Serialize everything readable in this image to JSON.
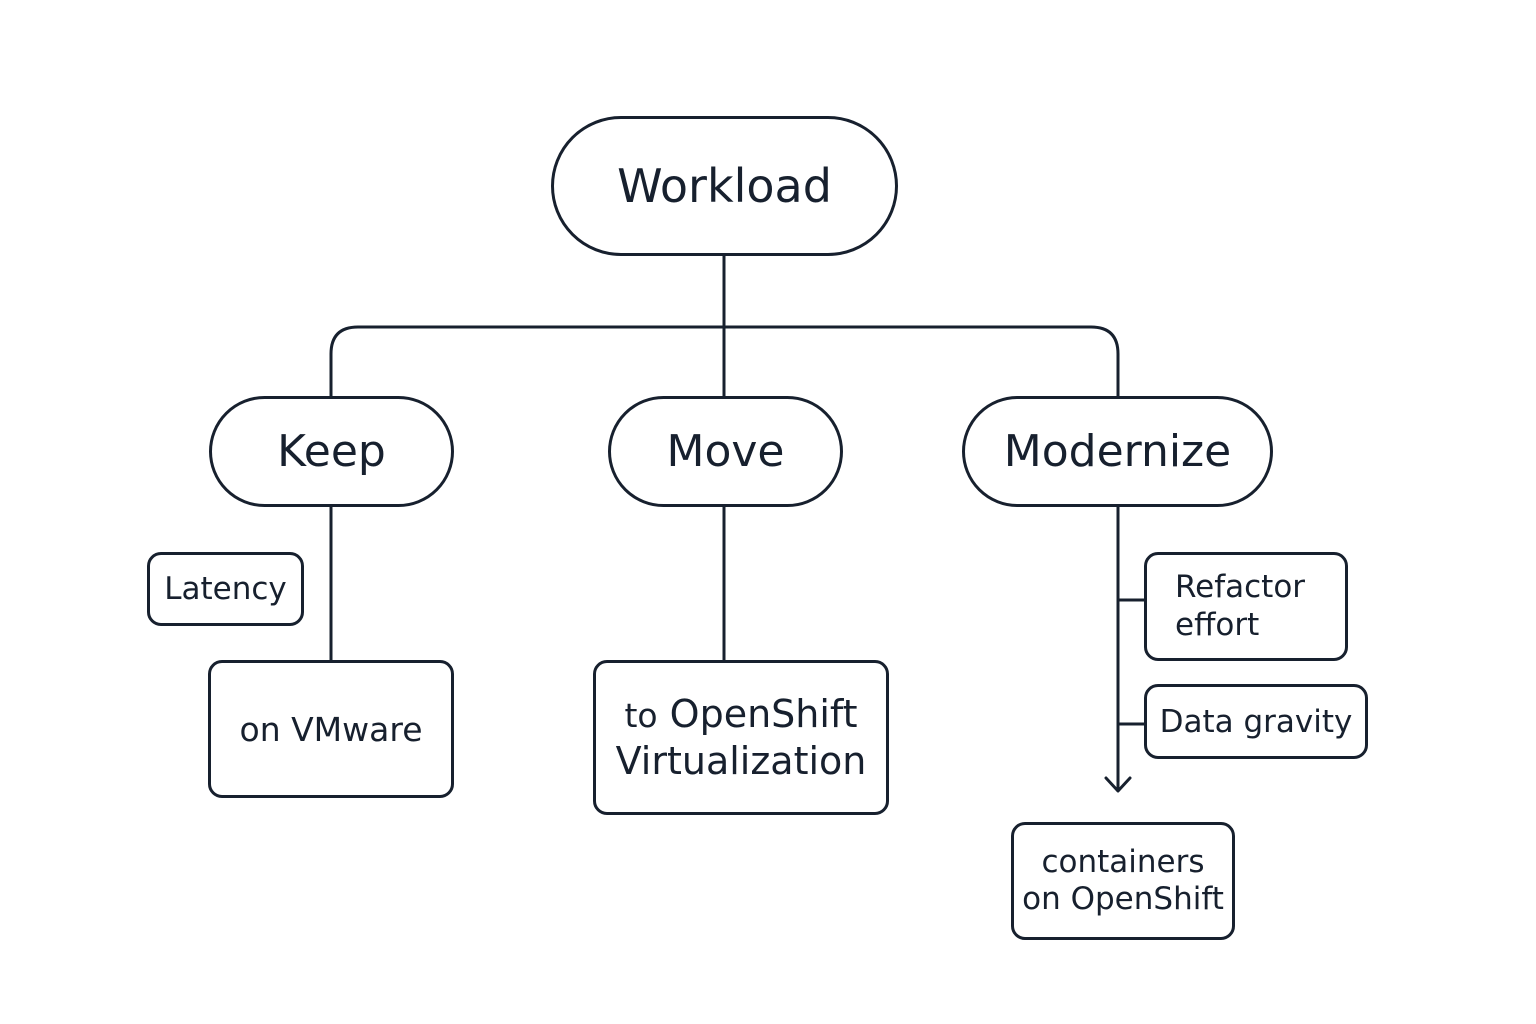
{
  "nodes": {
    "workload": "Workload",
    "keep": "Keep",
    "move": "Move",
    "modernize": "Modernize",
    "latency": "Latency",
    "on_vmware": "on VMware",
    "openshift_virt": {
      "line1_small": "to",
      "line1_rest": "OpenShift",
      "line2": "Virtualization"
    },
    "refactor": {
      "line1": "Refactor",
      "line2": "effort"
    },
    "data_gravity": "Data gravity",
    "containers": {
      "line1": "containers",
      "line2": "on OpenShift"
    }
  },
  "colors": {
    "stroke": "#17202e",
    "background": "#ffffff"
  }
}
